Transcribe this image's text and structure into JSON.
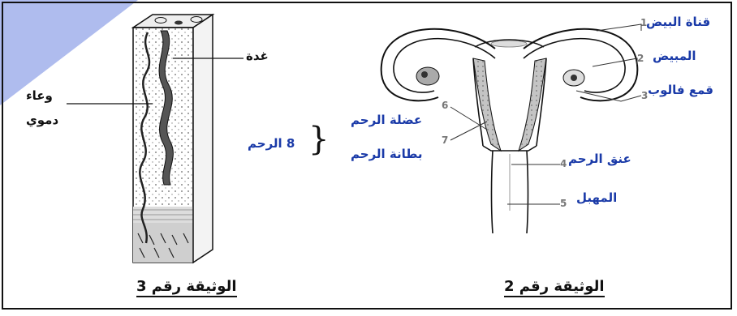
{
  "doc3": {
    "caption": "الوثيقة رقم 3",
    "gland_label": "غدة",
    "vessel_label_line1": "وعاء",
    "vessel_label_line2": "دموي"
  },
  "brace_label": "8 الرحم",
  "doc2": {
    "caption": "الوثيقة رقم 2",
    "labels": {
      "oviduct": "قناة البيض",
      "ovary": "المبيض",
      "funnel": "قمع فالوب",
      "myometrium": "عضلة الرحم",
      "endometrium": "بطانة الرحم",
      "cervix": "عنق الرحم",
      "vagina": "المهبل"
    },
    "numbers": {
      "oviduct": "1",
      "ovary": "2",
      "funnel": "3",
      "cervix": "4",
      "vagina": "5",
      "myometrium": "6",
      "endometrium": "7"
    }
  },
  "colors": {
    "label_blue": "#1a3aa8",
    "corner_accent": "#6e85e0"
  }
}
